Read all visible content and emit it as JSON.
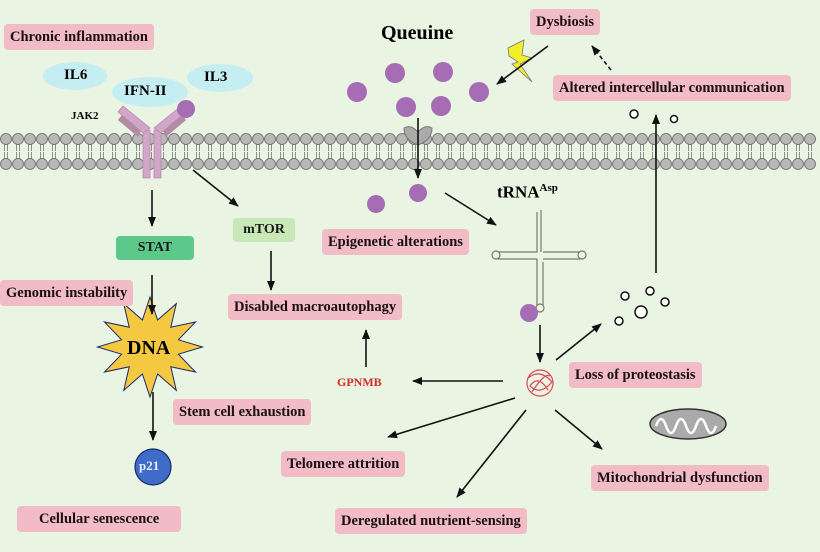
{
  "title": "Queuine",
  "colors": {
    "background": "#eaf4e2",
    "hallmark_box": "#f2bcc6",
    "stat_box": "#5cc98a",
    "mtor_box": "#c9e8b8",
    "cytokine": "#c5eef3",
    "queuine_dot": "#a66db5",
    "receptor": "#d2a6c8",
    "gpnmb_text": "#d42a2a",
    "dna_star": "#f5c842",
    "p21_circle": "#3e6cc8"
  },
  "cytokines": {
    "il6": "IL6",
    "ifn": "IFN-II",
    "il3": "IL3"
  },
  "jak2": "JAK2",
  "signals": {
    "stat": "STAT",
    "mtor": "mTOR",
    "dna": "DNA",
    "p21": "p21",
    "gpnmb": "GPNMB"
  },
  "trna": {
    "base": "tRNA",
    "sup": "Asp"
  },
  "hallmarks": {
    "chronic_inflammation": "Chronic inflammation",
    "dysbiosis": "Dysbiosis",
    "altered_communication": "Altered intercellular communication",
    "epigenetic": "Epigenetic alterations",
    "genomic_instability": "Genomic instability",
    "macroautophagy": "Disabled macroautophagy",
    "proteostasis": "Loss of proteostasis",
    "stem_cell": "Stem cell exhaustion",
    "telomere": "Telomere attrition",
    "mitochondrial": "Mitochondrial dysfunction",
    "nutrient": "Deregulated nutrient-sensing",
    "senescence": "Cellular senescence"
  }
}
